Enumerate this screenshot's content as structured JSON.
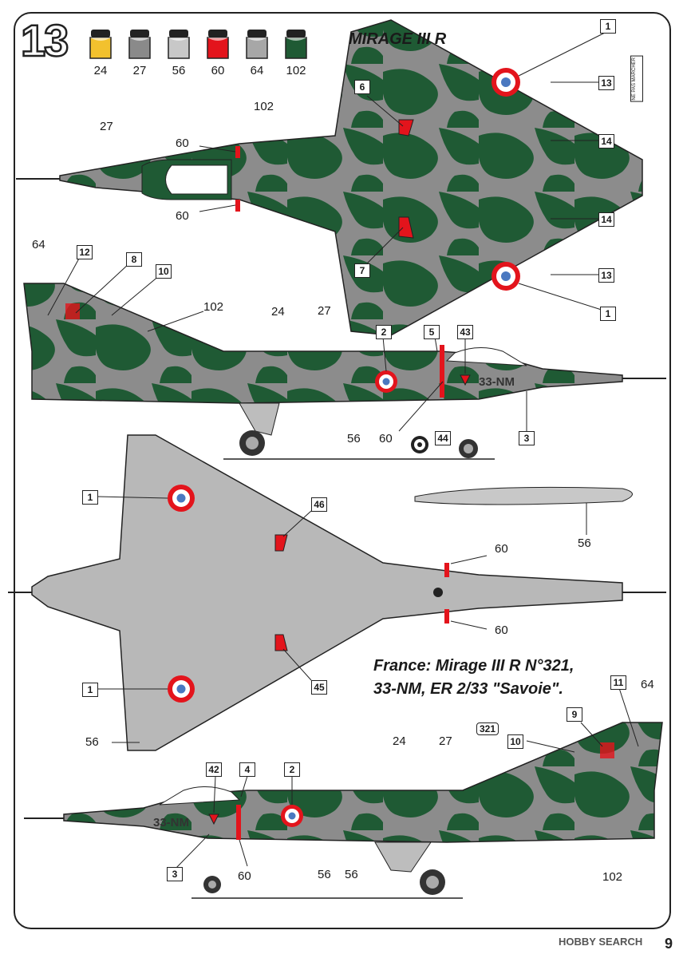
{
  "step_number": "13",
  "title": "MIRAGE III R",
  "paints": [
    {
      "code": "24",
      "color": "#f2c12e"
    },
    {
      "code": "27",
      "color": "#8a8a8a"
    },
    {
      "code": "56",
      "color": "#c8c8c8"
    },
    {
      "code": "60",
      "color": "#e3141c"
    },
    {
      "code": "64",
      "color": "#a7a7a7"
    },
    {
      "code": "102",
      "color": "#1f5a34"
    }
  ],
  "caption": {
    "line1": "France: Mirage III R N°321,",
    "line2": "33-NM, ER 2/33 \"Savoie\"."
  },
  "side_code": "33-NM",
  "serial_tag": "321",
  "stencil_text": "NE PAS MARCHER",
  "watermark": "HOBBY SEARCH",
  "page_number": "9",
  "labels": {
    "top_view": {
      "l102": "102",
      "l27": "27",
      "l60a": "60",
      "l60b": "60",
      "b1a": "1",
      "b13a": "13",
      "b14a": "14",
      "b14b": "14",
      "b13b": "13",
      "b1b": "1",
      "b6": "6",
      "b7": "7"
    },
    "left_side": {
      "l64": "64",
      "b12": "12",
      "b8": "8",
      "b10": "10",
      "l102": "102",
      "l24": "24",
      "l27": "27",
      "b2": "2",
      "b5": "5",
      "b43": "43",
      "b3": "3",
      "l56": "56",
      "l60": "60",
      "b44": "44"
    },
    "bottom_view": {
      "b1a": "1",
      "b46": "46",
      "l60a": "60",
      "l56pod": "56",
      "l60b": "60",
      "b1b": "1",
      "b45": "45",
      "l56": "56"
    },
    "right_side": {
      "b11": "11",
      "l64": "64",
      "b9": "9",
      "b10": "10",
      "l24": "24",
      "l27": "27",
      "b42": "42",
      "b4": "4",
      "b2": "2",
      "b3": "3",
      "l60": "60",
      "l56a": "56",
      "l56b": "56",
      "l102": "102"
    }
  }
}
